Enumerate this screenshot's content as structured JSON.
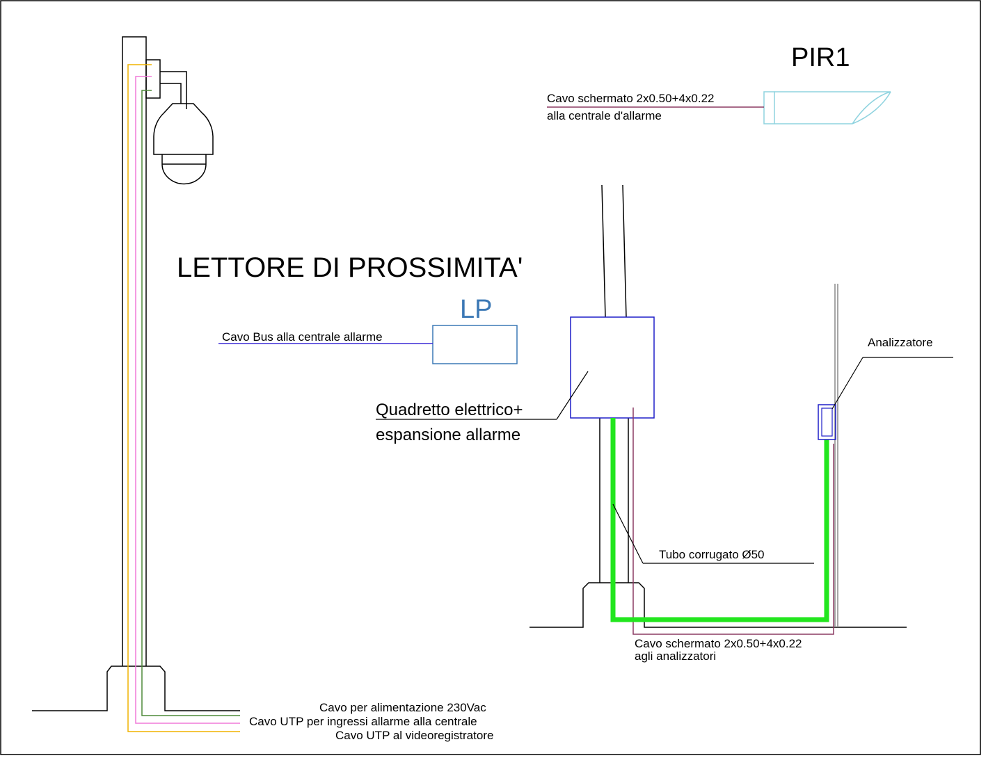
{
  "labels": {
    "pir_title": "PIR1",
    "pir_cable_line1": "Cavo schermato 2x0.50+4x0.22",
    "pir_cable_line2": "alla centrale d'allarme",
    "reader_title": "LETTORE DI PROSSIMITA'",
    "reader_code": "LP",
    "reader_cable": "Cavo Bus alla centrale allarme",
    "panel_line1": "Quadretto elettrico+",
    "panel_line2": "espansione allarme",
    "analyzer": "Analizzatore",
    "conduit": "Tubo corrugato Ø50",
    "analyzer_cable_line1": "Cavo schermato 2x0.50+4x0.22",
    "analyzer_cable_line2": "agli analizzatori",
    "pole_cable_power": "Cavo per alimentazione 230Vac",
    "pole_cable_alarm": "Cavo UTP per ingressi allarme alla centrale",
    "pole_cable_video": "Cavo UTP al videoregistratore"
  },
  "colors": {
    "frame": "#000000",
    "pir": "#8fd3df",
    "reader_box": "#3b78b5",
    "reader_code": "#3b78b5",
    "bus_cable": "#3b2bd6",
    "shielded_cable": "#8b3a62",
    "panel_box": "#1f1fc8",
    "conduit": "#22e61e",
    "power_cable": "#4e8a3a",
    "alarm_cable": "#f07ad8",
    "video_cable": "#f0b400",
    "fence": "#888888"
  }
}
